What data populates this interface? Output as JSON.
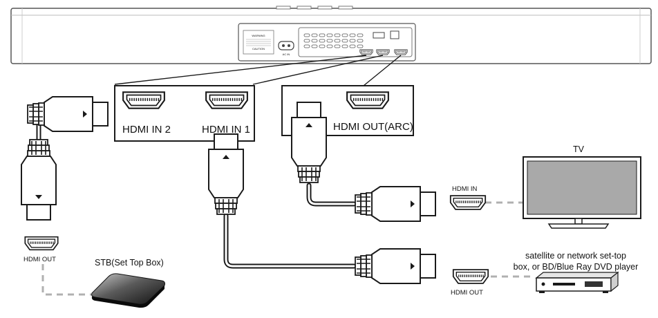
{
  "soundbar": {
    "back_panel_texts": [
      "WARNING",
      "CAUTION"
    ],
    "ac_label": "AC IN"
  },
  "ports": {
    "hdmi_in_2": "HDMI IN 2",
    "hdmi_in_1": "HDMI IN 1",
    "hdmi_out_arc": "HDMI OUT(ARC)"
  },
  "devices": {
    "tv_label": "TV",
    "tv_port": "HDMI IN",
    "player_label_line1": "satellite or network set-top",
    "player_label_line2": "box, or BD/Blue Ray DVD player",
    "player_port": "HDMI OUT",
    "stb_label": "STB(Set Top Box)",
    "stb_port": "HDMI OUT"
  },
  "colors": {
    "line": "#1a1a1a",
    "dashed": "#b0b0b0",
    "tv_screen": "#a9a9a9"
  }
}
